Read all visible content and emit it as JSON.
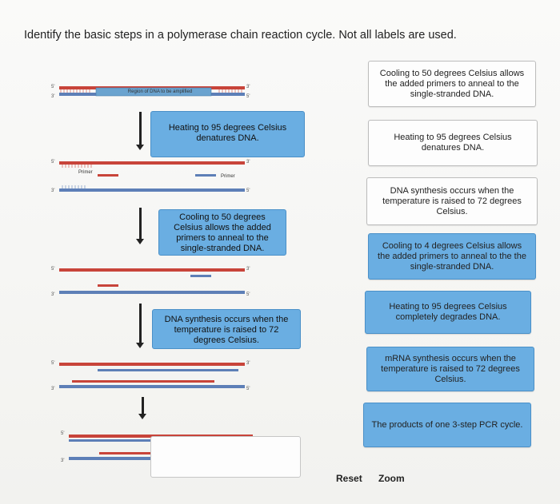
{
  "question": "Identify the basic steps in a polymerase chain reaction cycle. Not all labels are used.",
  "diagram": {
    "region_label": "Region of DNA to be amplified",
    "primer_label_left": "Primer",
    "primer_label_right": "Primer",
    "end_5": "5'",
    "end_3": "3'"
  },
  "placed_labels": [
    "Heating to 95 degrees Celsius denatures DNA.",
    "Cooling to 50 degrees Celsius allows the added primers to anneal to the single-stranded DNA.",
    "DNA synthesis occurs when the temperature is raised to 72 degrees Celsius."
  ],
  "label_bank": [
    "Cooling to 50 degrees Celsius allows the added primers to anneal to the single-stranded DNA.",
    "Heating to 95 degrees Celsius denatures DNA.",
    "DNA synthesis occurs when the temperature is raised to 72 degrees Celsius.",
    "Cooling to 4 degrees Celsius allows the added primers to anneal to the the single-stranded DNA.",
    "Heating to 95 degrees Celsius completely degrades DNA.",
    "mRNA synthesis occurs when the temperature is raised to 72 degrees Celsius.",
    "The products of one 3-step PCR cycle."
  ],
  "buttons": {
    "reset": "Reset",
    "zoom": "Zoom"
  },
  "colors": {
    "card_blue": "#6aaee2",
    "strand_red": "#c8443a",
    "strand_blue": "#5d7fb7"
  }
}
